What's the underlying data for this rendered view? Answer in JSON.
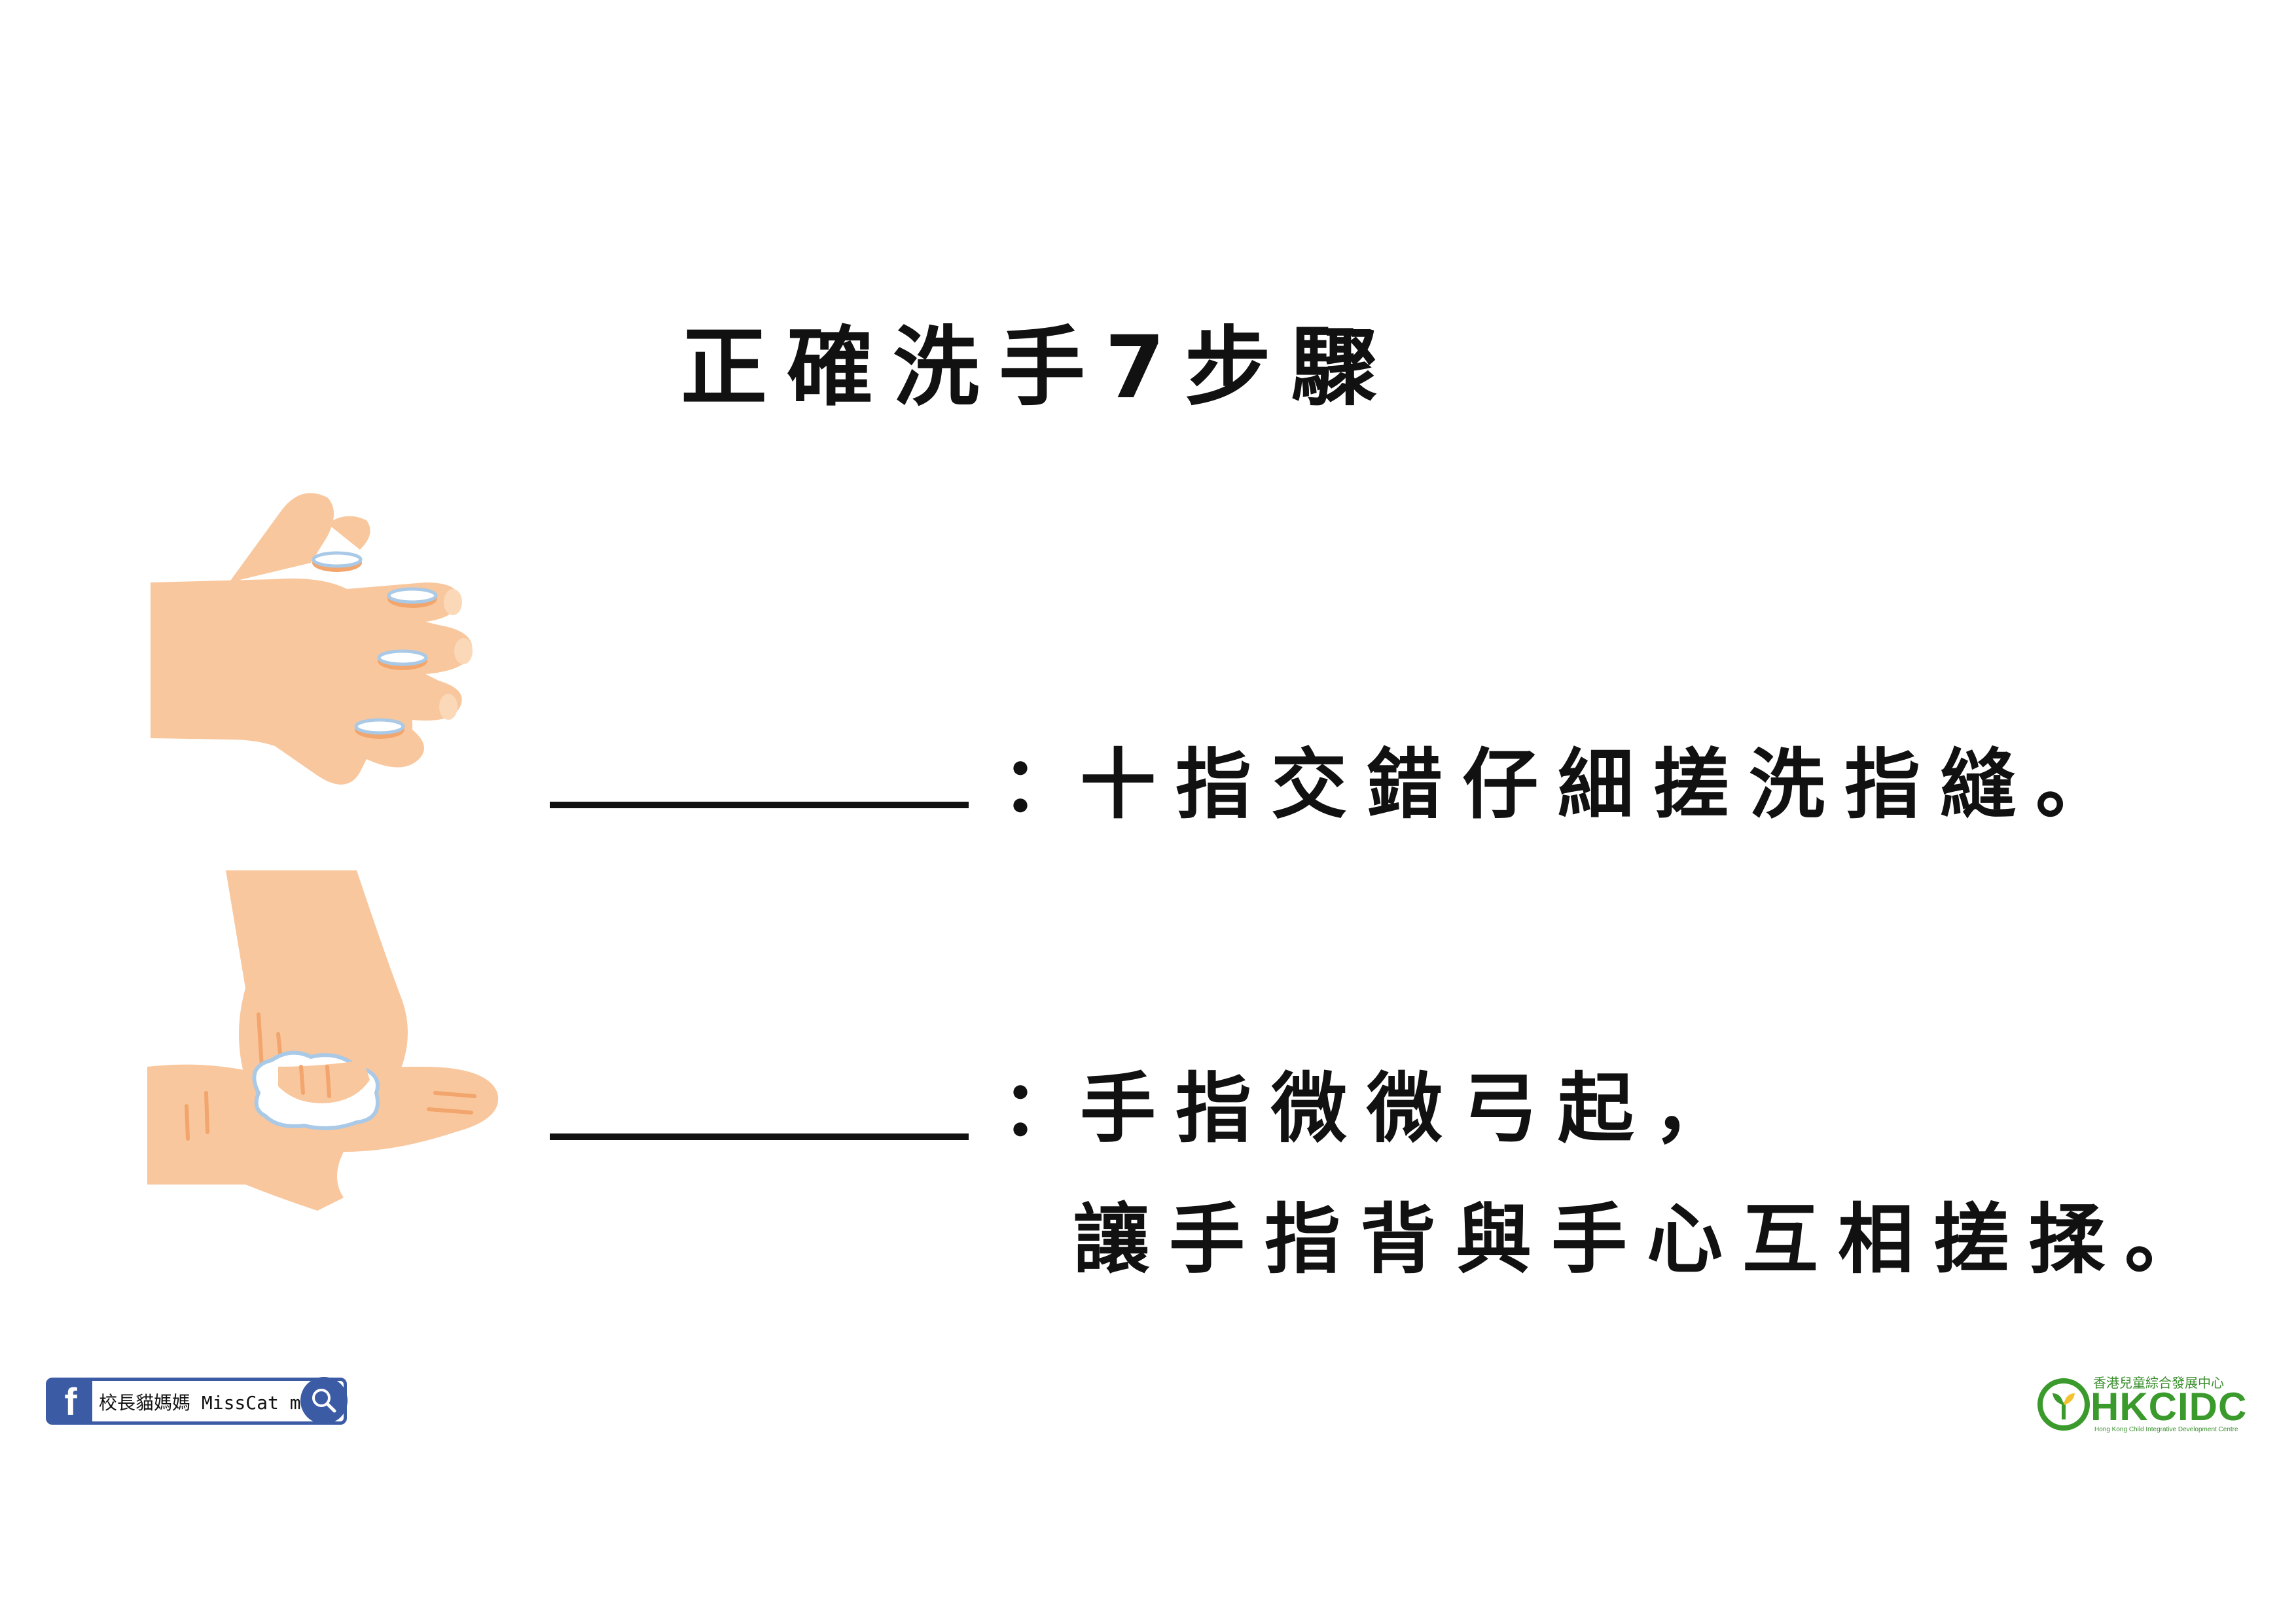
{
  "title": "正確洗手7步驟",
  "steps": [
    {
      "colon": "：",
      "lines": [
        "十指交錯仔細搓洗指縫。"
      ]
    },
    {
      "colon": "：",
      "lines": [
        "手指微微弓起，",
        "讓手指背與手心互相搓揉。"
      ]
    }
  ],
  "footer": {
    "facebook_icon": "facebook-icon",
    "facebook_page": "校長貓媽媽 MissCat mama",
    "search_icon": "search-icon",
    "logo_zh": "香港兒童綜合發展中心",
    "logo_en": "HKCIDC",
    "logo_sub": "Hong Kong Child Integrative Development Centre"
  },
  "colors": {
    "skin": "#f9c79d",
    "skin_shadow": "#f2a56c",
    "foam": "#ffffff",
    "foam_outline": "#a9c9e6",
    "facebook": "#3b5ba5",
    "logo_green": "#3a9a2c",
    "logo_yellow": "#f2c230"
  }
}
